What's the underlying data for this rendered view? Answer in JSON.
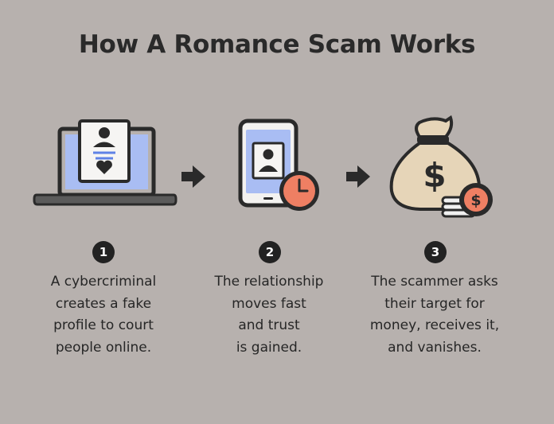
{
  "title": "How A Romance Scam Works",
  "steps": [
    {
      "number": "1",
      "icon": "laptop-profile-icon",
      "lines": [
        "A cybercriminal",
        "creates a fake",
        "profile to court",
        "people online."
      ]
    },
    {
      "number": "2",
      "icon": "phone-clock-icon",
      "lines": [
        "The relationship",
        "moves fast",
        "and trust",
        "is gained."
      ]
    },
    {
      "number": "3",
      "icon": "money-bag-icon",
      "lines": [
        "The scammer asks",
        "their target for",
        "money, receives it,",
        "and vanishes."
      ]
    }
  ],
  "arrows": [
    "arrow-right-icon",
    "arrow-right-icon"
  ],
  "colors": {
    "background": "#b7b1ae",
    "screen_blue": "#a9bdf3",
    "clock_orange": "#ee7f63",
    "bag_tan": "#e6d5b8",
    "outline": "#2a2a2a"
  },
  "symbols": {
    "bag_currency": "$",
    "coin_currency": "$"
  }
}
